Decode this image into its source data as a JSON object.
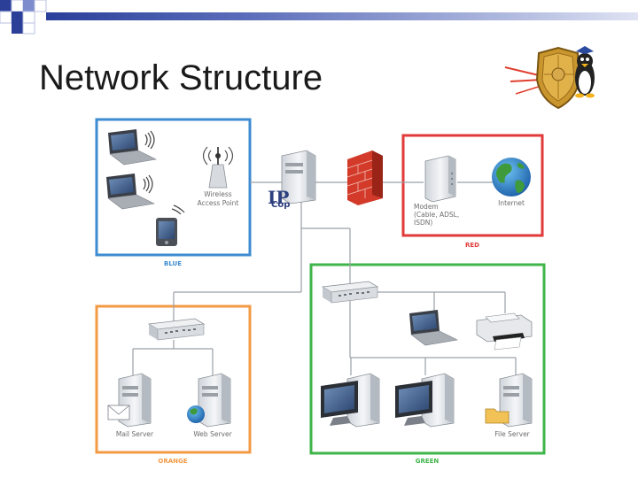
{
  "slide": {
    "title": "Network Structure"
  },
  "diagram": {
    "zones": {
      "blue": {
        "label": "BLUE",
        "color": "#3d8bd0"
      },
      "red": {
        "label": "RED",
        "color": "#e23a3a"
      },
      "orange": {
        "label": "ORANGE",
        "color": "#f39a44"
      },
      "green": {
        "label": "GREEN",
        "color": "#3fb54a"
      }
    },
    "nodes": {
      "wap_line1": "Wireless",
      "wap_line2": "Access Point",
      "modem_line1": "Modem",
      "modem_line2": "(Cable, ADSL,",
      "modem_line3": "ISDN)",
      "internet": "Internet",
      "mail_server": "Mail Server",
      "web_server": "Web Server",
      "file_server": "File Server",
      "ipcop_ip": "IP",
      "ipcop_cop": "Cop"
    }
  }
}
